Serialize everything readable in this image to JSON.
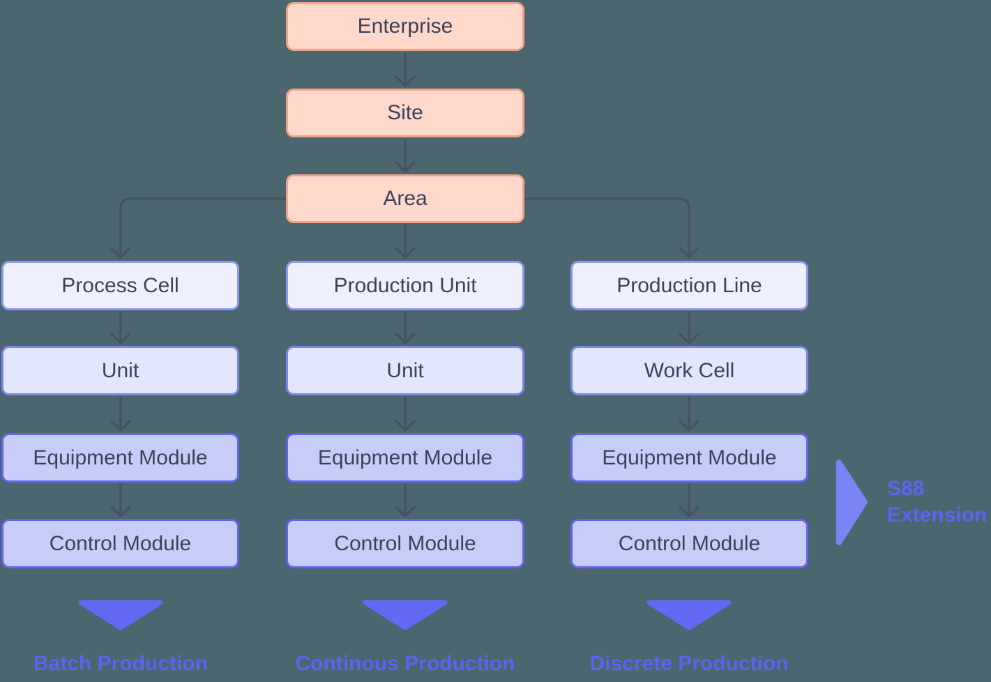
{
  "diagram": {
    "top_chain": [
      "Enterprise",
      "Site",
      "Area"
    ],
    "columns": [
      {
        "levels": [
          "Process Cell",
          "Unit",
          "Equipment Module",
          "Control Module"
        ],
        "caption": "Batch Production"
      },
      {
        "levels": [
          "Production Unit",
          "Unit",
          "Equipment Module",
          "Control Module"
        ],
        "caption": "Continous Production"
      },
      {
        "levels": [
          "Production Line",
          "Work Cell",
          "Equipment Module",
          "Control Module"
        ],
        "caption": "Discrete Production"
      }
    ],
    "s88_label": {
      "line1": "S88",
      "line2": "Extension"
    },
    "colors": {
      "background": "#4c6670",
      "node_text": "#3a4358",
      "top_fill": "#fed9cb",
      "top_border": "#f3a488",
      "level1_fill": "#eef0fd",
      "level1_border": "#8e98ec",
      "level2_fill": "#e3e7fc",
      "level2_border": "#7b86ea",
      "level3_fill": "#c8ccf9",
      "level3_border": "#5f66ef",
      "connector": "#485064",
      "accent_indigo": "#5b63f1",
      "triangle_down": "#6468f2",
      "triangle_right": "#7b83f5"
    }
  }
}
